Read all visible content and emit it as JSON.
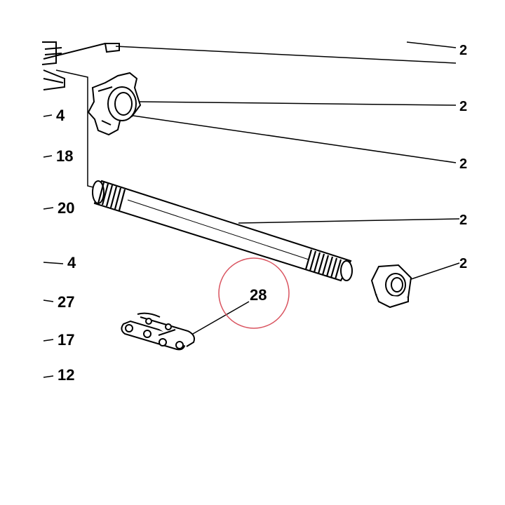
{
  "callouts": {
    "left": [
      "4",
      "18",
      "20",
      "4",
      "27",
      "17",
      "12"
    ],
    "highlighted": "28",
    "right_edge": [
      "2",
      "2",
      "2",
      "2",
      "2"
    ]
  },
  "colors": {
    "line": "#000000",
    "highlight_circle": "#d9535f",
    "background": "#ffffff"
  },
  "icons": [
    "bearing-housing-icon",
    "threaded-axle-icon",
    "hex-nut-icon",
    "chain-connecting-link-icon",
    "frame-bracket-icon"
  ]
}
